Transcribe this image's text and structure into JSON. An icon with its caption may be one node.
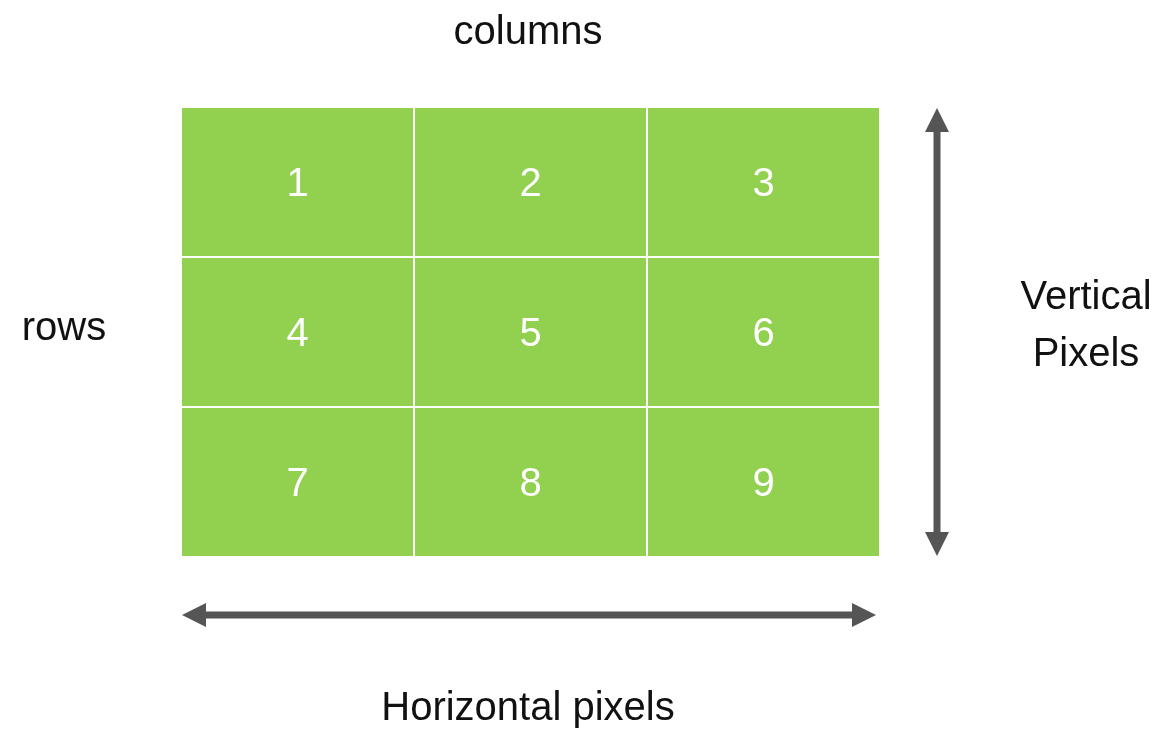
{
  "diagram": {
    "nodes": [
      {
        "text": [
          "1"
        ]
      },
      {
        "text": [
          "2"
        ]
      },
      {
        "text": [
          "3"
        ]
      },
      {
        "text": [
          "4"
        ]
      },
      {
        "text": [
          "5"
        ]
      },
      {
        "text": [
          "6"
        ]
      },
      {
        "text": [
          "7"
        ]
      },
      {
        "text": [
          "8"
        ]
      },
      {
        "text": [
          "9"
        ]
      }
    ],
    "labels": [
      "columns",
      "rows",
      "Vertical Pixels",
      "Horizontal pixels"
    ]
  }
}
